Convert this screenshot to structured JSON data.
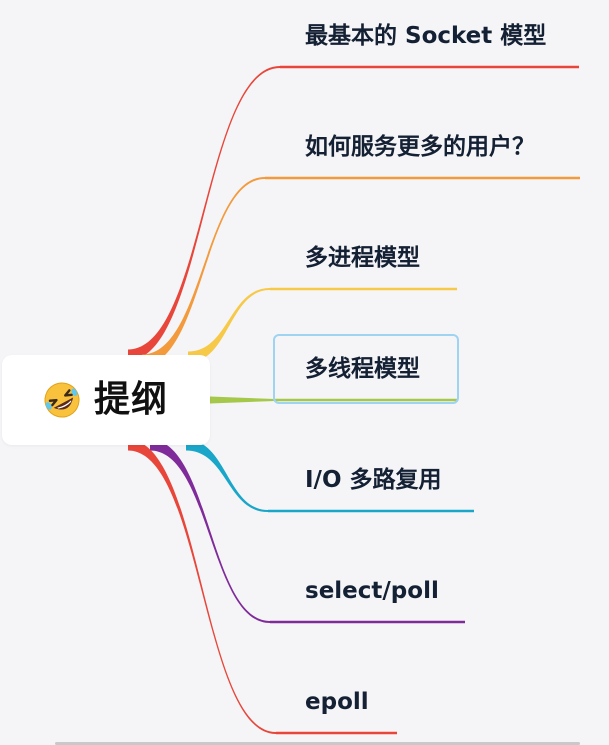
{
  "root": {
    "label": "提纲",
    "icon": "rolling-on-floor-laughing-emoji"
  },
  "topics": [
    {
      "label": "最基本的 Socket 模型",
      "color": "#e8463a"
    },
    {
      "label": "如何服务更多的用户？",
      "color": "#f39a3d"
    },
    {
      "label": "多进程模型",
      "color": "#f7c948"
    },
    {
      "label": "多线程模型",
      "color": "#a5c84a",
      "selected": true
    },
    {
      "label": "I/O 多路复用",
      "color": "#1aa6c9"
    },
    {
      "label": "select/poll",
      "color": "#7f2b99"
    },
    {
      "label": "epoll",
      "color": "#e8463a"
    }
  ],
  "colors": {
    "background": "#f5f5f7",
    "selection": "#9fd3f2"
  }
}
